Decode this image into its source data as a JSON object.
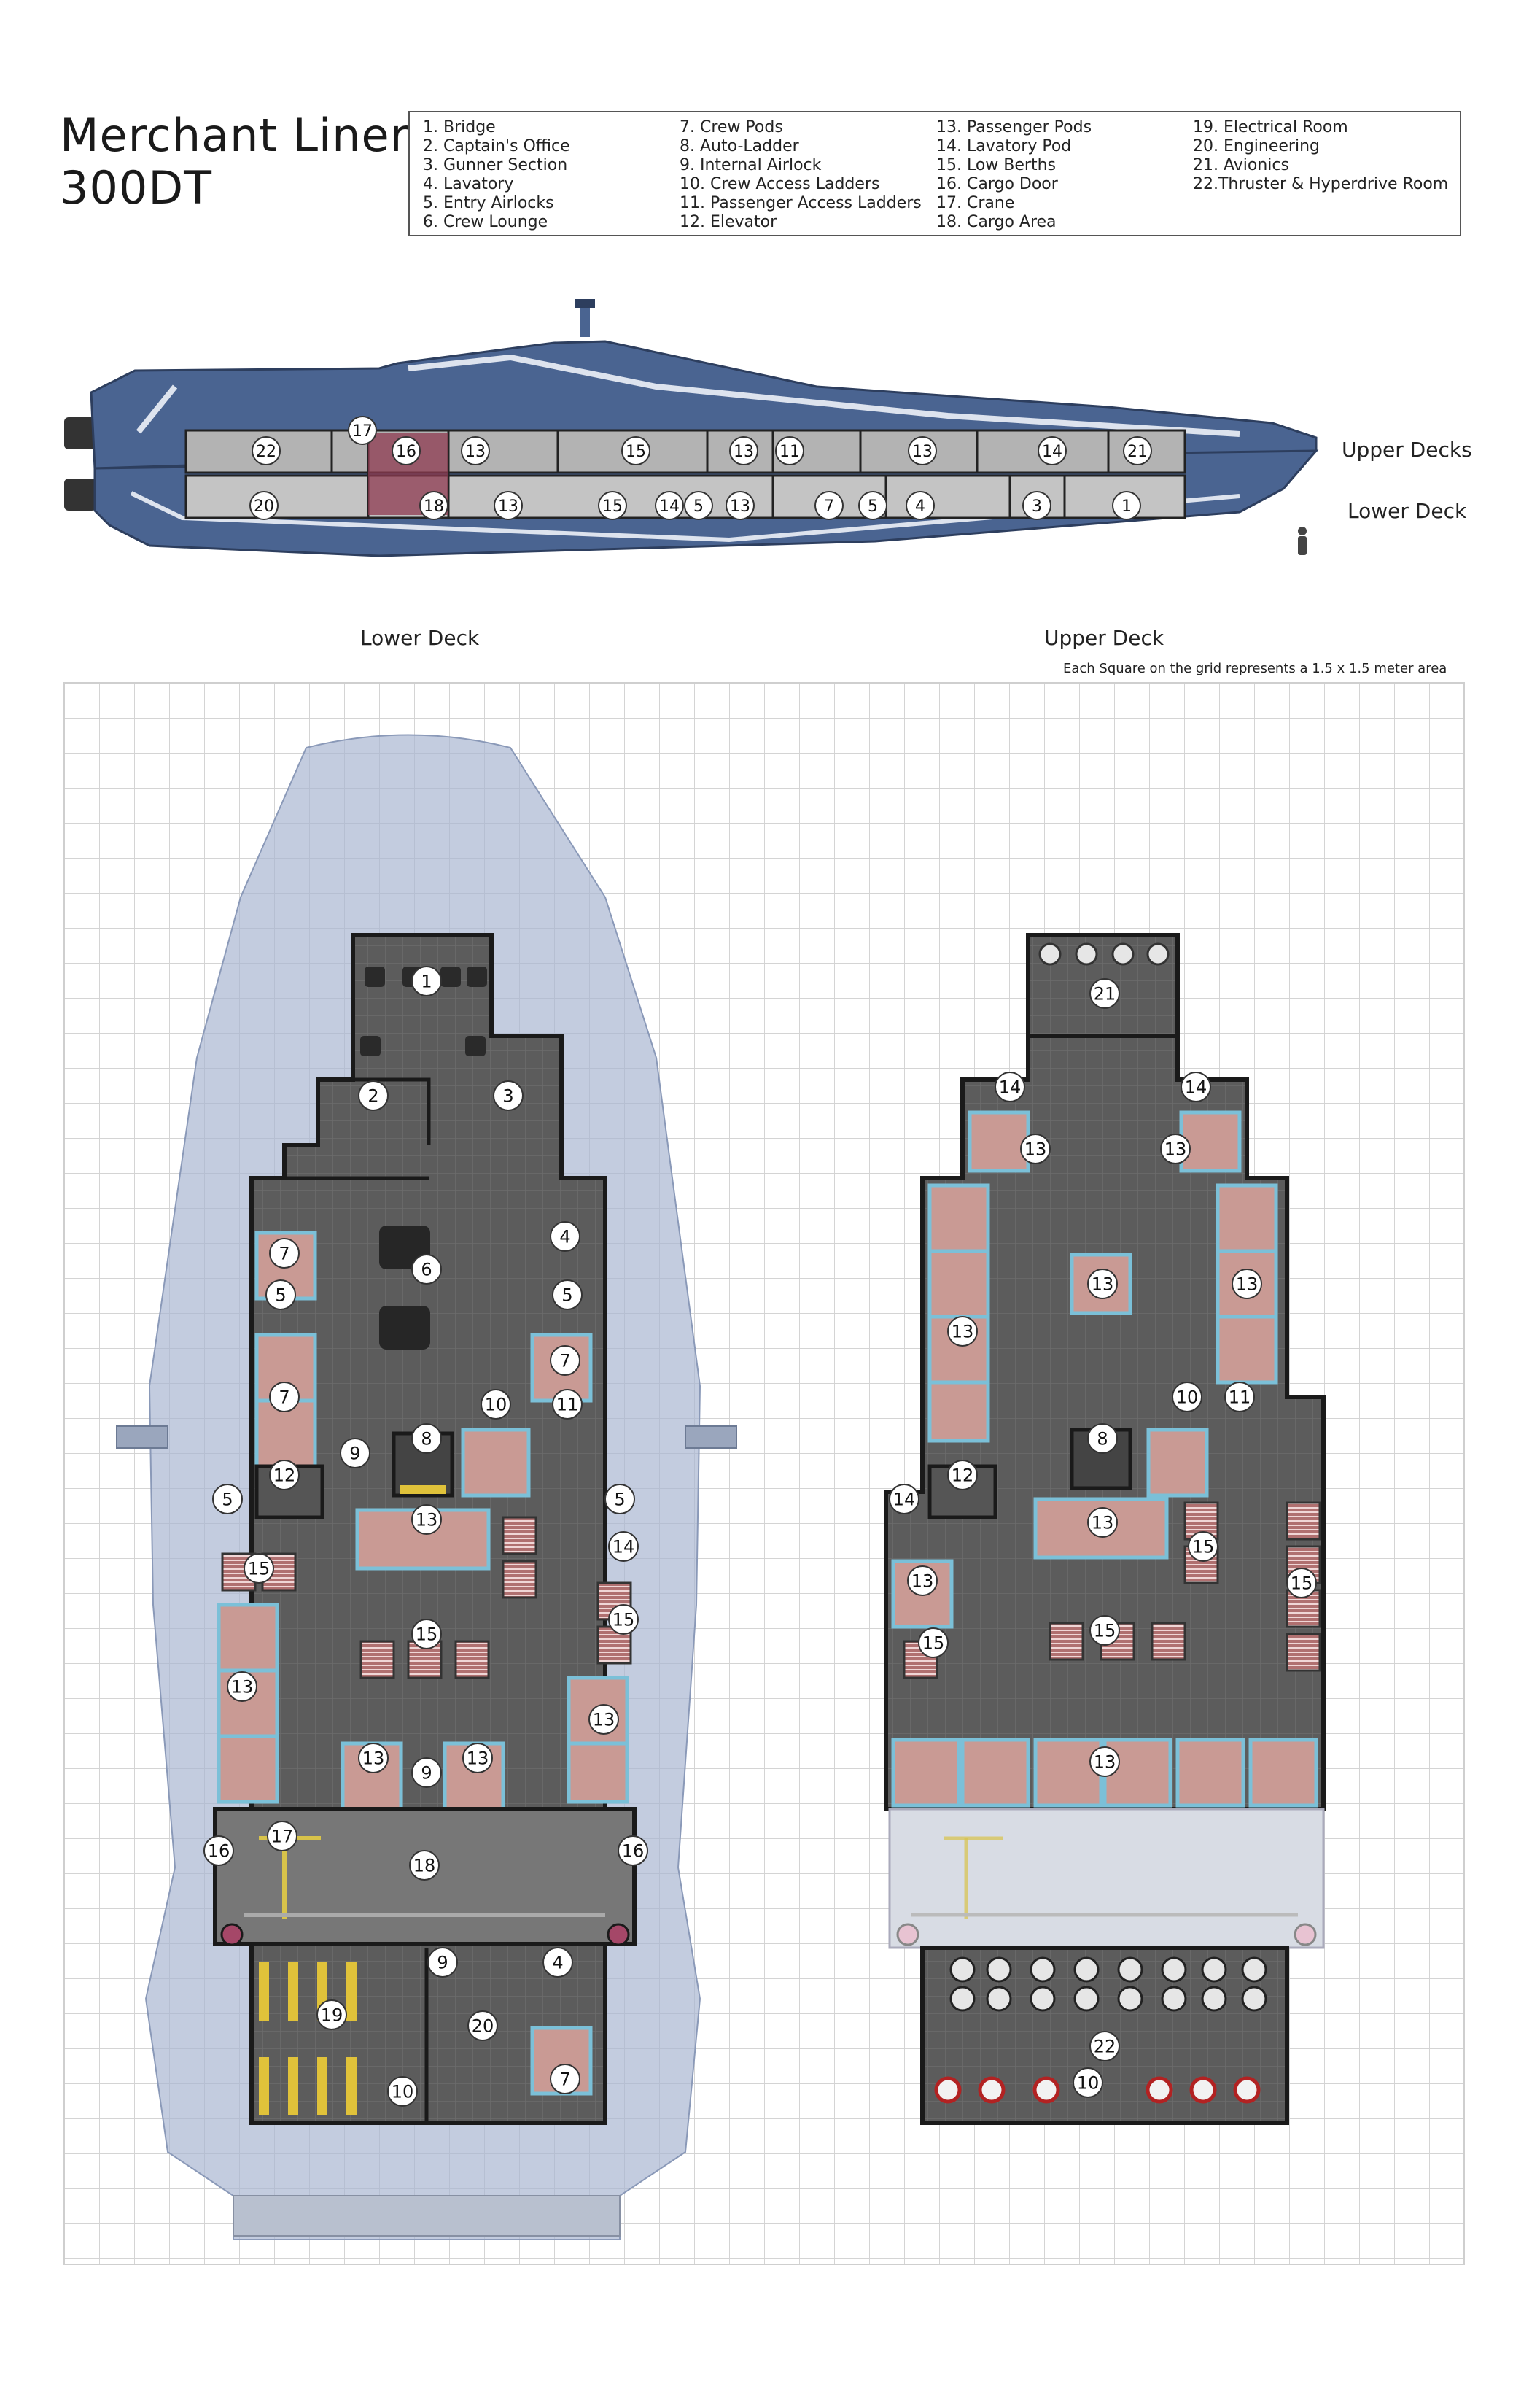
{
  "title": {
    "line1": "Merchant Liner",
    "line2": "300DT"
  },
  "legend": [
    [
      "1. Bridge",
      "2. Captain's Office",
      "3. Gunner Section",
      "4. Lavatory",
      "5. Entry Airlocks",
      "6. Crew Lounge"
    ],
    [
      "7. Crew Pods",
      "8. Auto-Ladder",
      "9. Internal Airlock",
      "10. Crew Access Ladders",
      "11. Passenger Access Ladders",
      "12. Elevator"
    ],
    [
      "13. Passenger Pods",
      "14. Lavatory Pod",
      "15. Low Berths",
      "16. Cargo Door",
      "17. Crane",
      "18. Cargo Area"
    ],
    [
      "19. Electrical Room",
      "20. Engineering",
      "21. Avionics",
      "22.Thruster & Hyperdrive Room"
    ]
  ],
  "side_view": {
    "upper_label": "Upper Decks",
    "lower_label": "Lower Deck",
    "upper_markers": [
      "22",
      "17",
      "16",
      "13",
      "15",
      "13",
      "11",
      "13",
      "14",
      "21"
    ],
    "lower_markers": [
      "20",
      "18",
      "13",
      "15",
      "14",
      "5",
      "13",
      "7",
      "5",
      "4",
      "3",
      "1"
    ]
  },
  "plan": {
    "lower_title": "Lower Deck",
    "upper_title": "Upper Deck",
    "grid_note": "Each Square on the grid represents a 1.5 x 1.5 meter area",
    "lower_markers": [
      "1",
      "2",
      "3",
      "4",
      "7",
      "6",
      "5",
      "5",
      "7",
      "7",
      "10",
      "11",
      "8",
      "9",
      "12",
      "5",
      "5",
      "13",
      "14",
      "15",
      "15",
      "15",
      "13",
      "13",
      "13",
      "13",
      "9",
      "16",
      "17",
      "18",
      "16",
      "9",
      "4",
      "19",
      "20",
      "10",
      "7"
    ],
    "upper_markers": [
      "21",
      "14",
      "14",
      "13",
      "13",
      "13",
      "13",
      "13",
      "10",
      "11",
      "8",
      "12",
      "14",
      "13",
      "15",
      "15",
      "13",
      "15",
      "15",
      "13",
      "22",
      "10"
    ]
  },
  "colors": {
    "hull": "#4a6491",
    "hull_ghost": "#a9b7d2",
    "floor": "#5c5c5c",
    "wall": "#1a1a1a",
    "pod": "#c99a94",
    "pod_frame": "#7bc0d8",
    "grid": "#d4d4d4"
  }
}
